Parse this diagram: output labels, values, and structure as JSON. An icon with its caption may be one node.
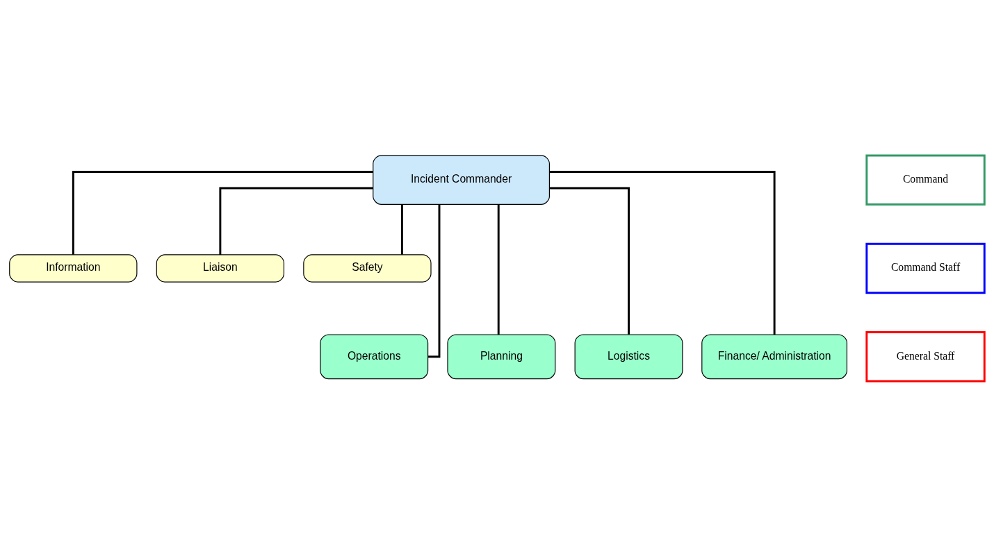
{
  "diagram": {
    "nodes": [
      {
        "text": [
          "Incident Commander"
        ]
      },
      {
        "text": [
          "Information"
        ]
      },
      {
        "text": [
          "Liaison"
        ]
      },
      {
        "text": [
          "Safety"
        ]
      },
      {
        "text": [
          "Operations"
        ]
      },
      {
        "text": [
          "Planning"
        ]
      },
      {
        "text": [
          "Logistics"
        ]
      },
      {
        "text": [
          "Finance/ Administration"
        ]
      }
    ],
    "edges": [
      {
        "from": 0,
        "to": 1,
        "arrow": "none"
      },
      {
        "from": 0,
        "to": 2,
        "arrow": "none"
      },
      {
        "from": 0,
        "to": 3,
        "arrow": "none"
      },
      {
        "from": 0,
        "to": 4,
        "arrow": "none"
      },
      {
        "from": 0,
        "to": 5,
        "arrow": "none"
      },
      {
        "from": 0,
        "to": 6,
        "arrow": "none"
      },
      {
        "from": 0,
        "to": 7,
        "arrow": "none"
      }
    ],
    "labels": [
      "Command",
      "Command Staff",
      "General Staff"
    ]
  }
}
